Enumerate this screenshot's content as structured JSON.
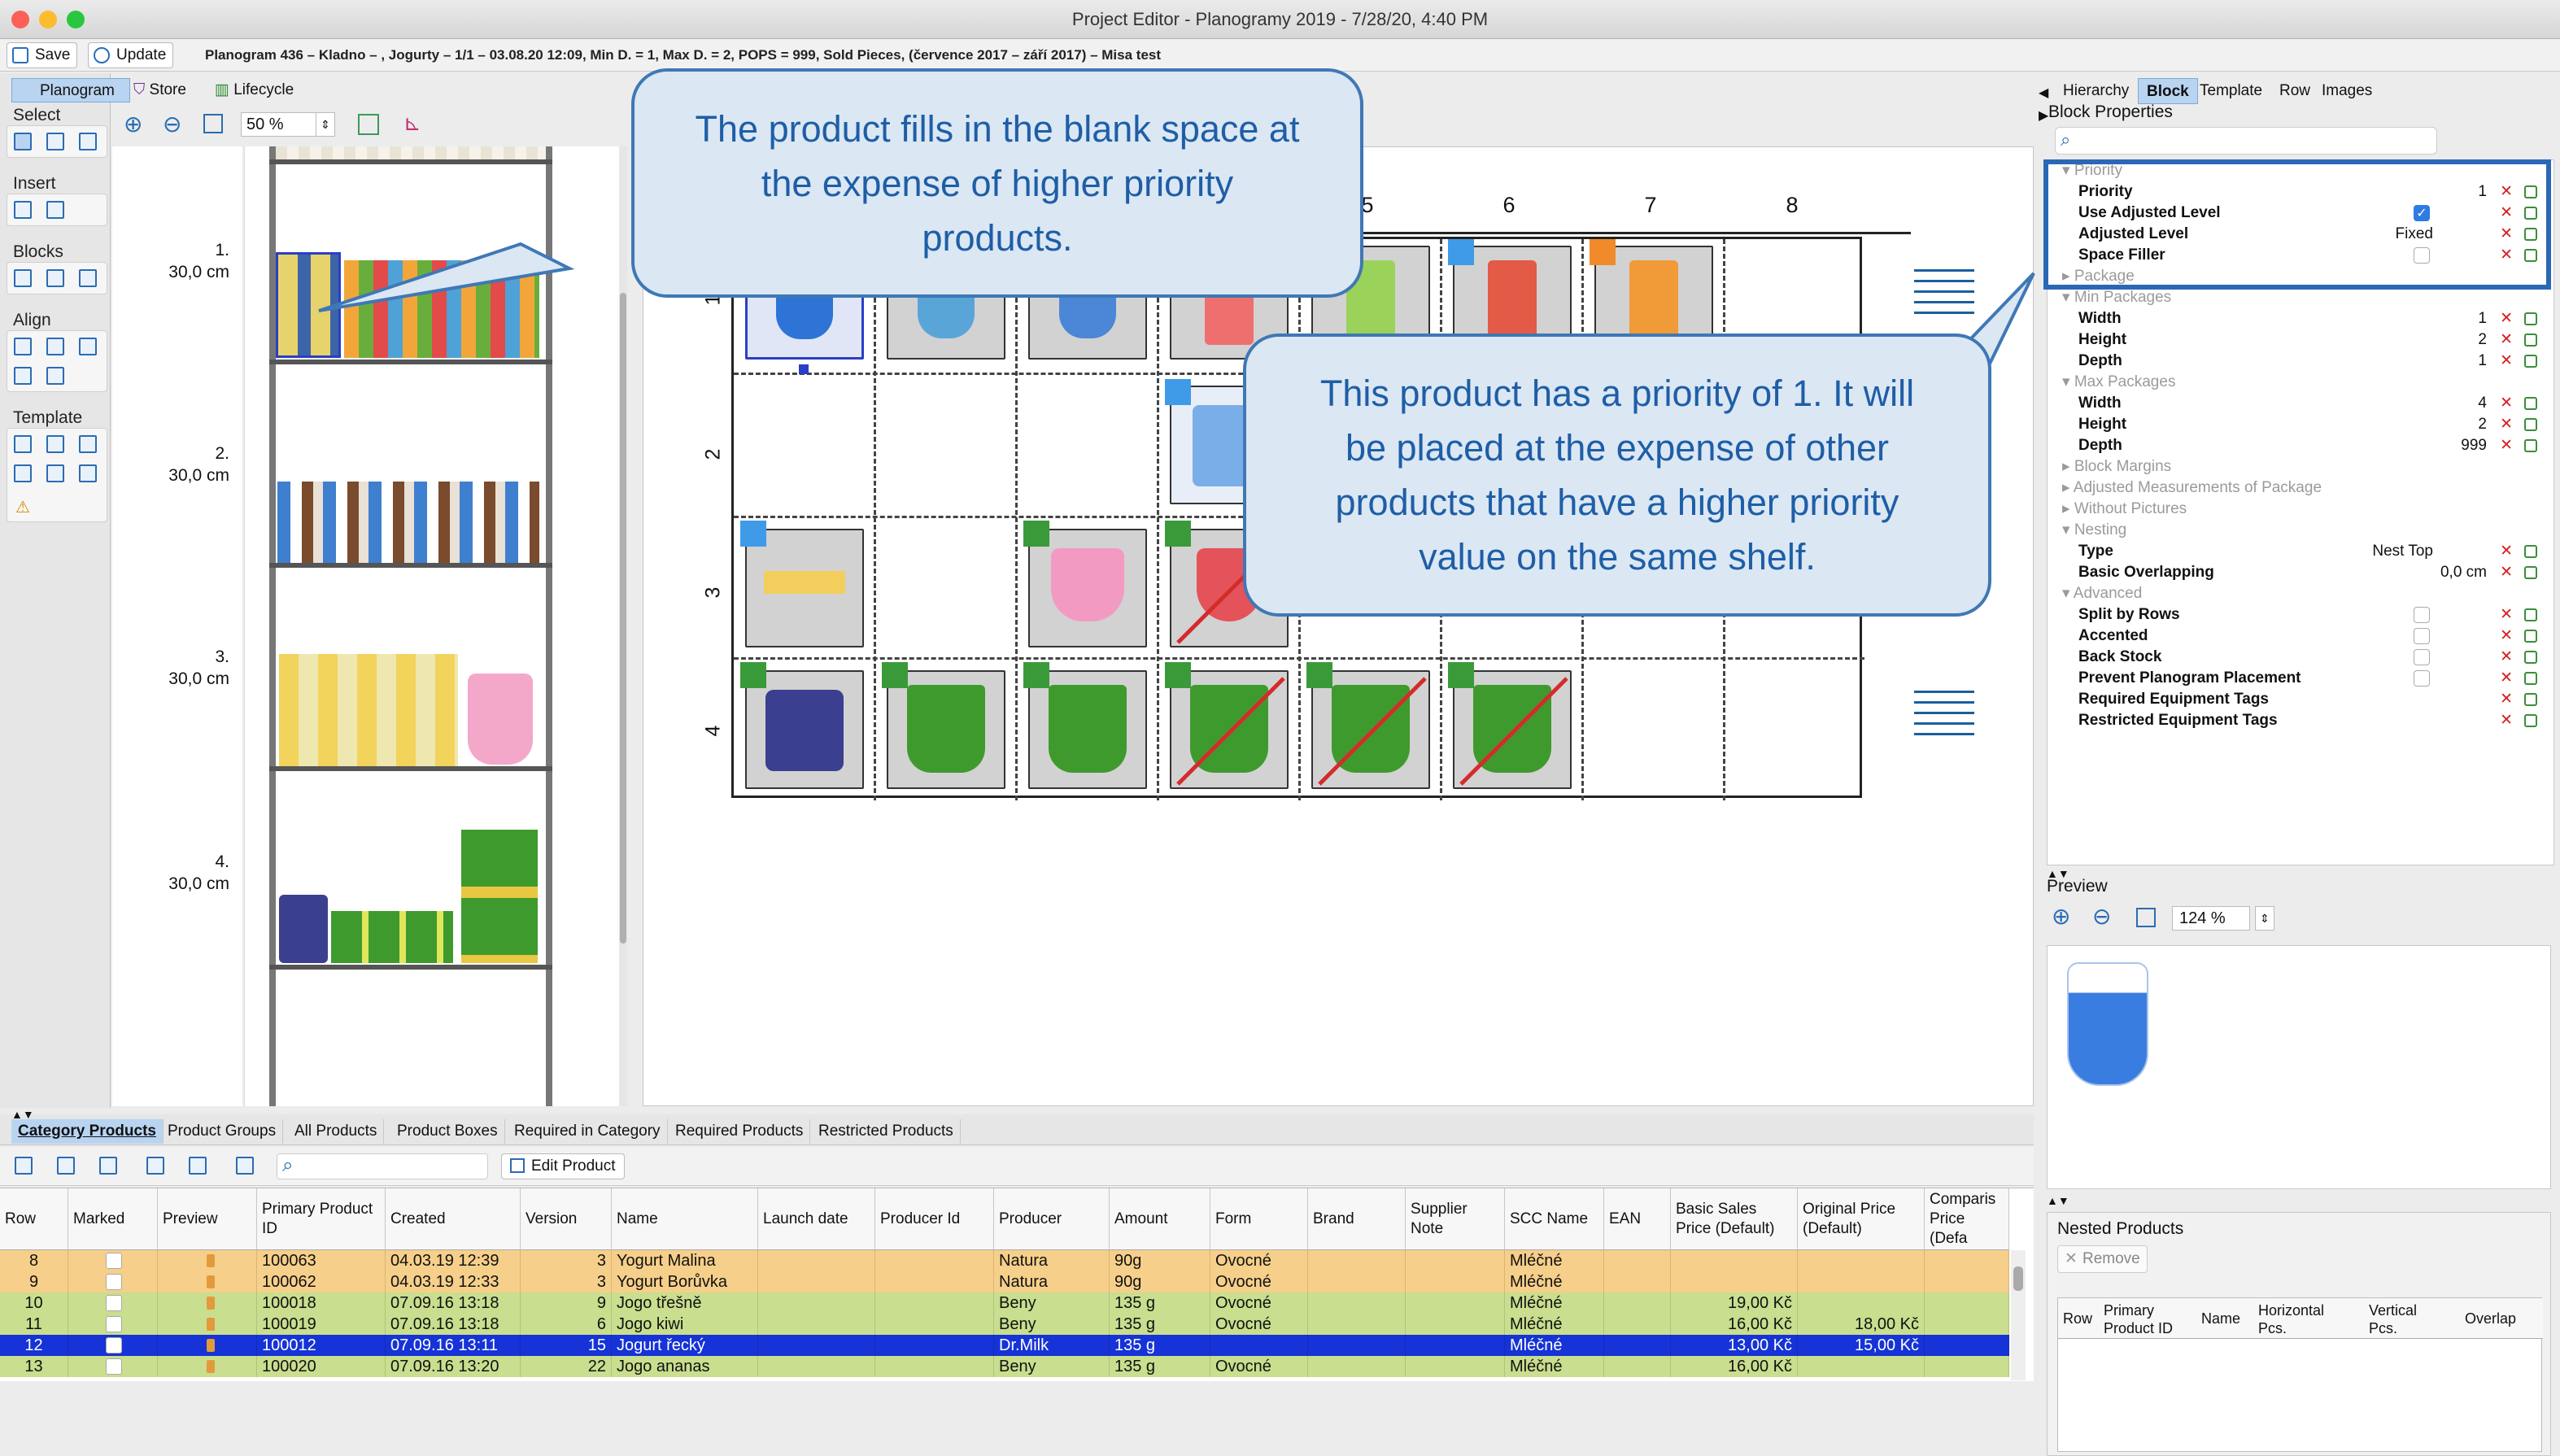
{
  "window": {
    "title": "Project Editor - Planogramy 2019 - 7/28/20, 4:40 PM"
  },
  "toolbar": {
    "save": "Save",
    "update": "Update",
    "info": "Planogram 436 – Kladno – , Jogurty – 1/1 – 03.08.20 12:09, Min D. = 1, Max D. = 2, POPS = 999, Sold Pieces, (července 2017 – září 2017) – Misa test"
  },
  "view_tabs": {
    "planogram": "Planogram",
    "store": "Store",
    "lifecycle": "Lifecycle"
  },
  "zoom": {
    "value": "50 %"
  },
  "left_sections": {
    "select": "Select",
    "insert": "Insert",
    "blocks": "Blocks",
    "align": "Align",
    "template": "Template"
  },
  "shelves": [
    {
      "num": "1.",
      "h": "30,0 cm"
    },
    {
      "num": "2.",
      "h": "30,0 cm"
    },
    {
      "num": "3.",
      "h": "30,0 cm"
    },
    {
      "num": "4.",
      "h": "30,0 cm"
    }
  ],
  "grid": {
    "columns": [
      "5",
      "6",
      "7",
      "8"
    ],
    "rows": [
      "1",
      "2",
      "3",
      "4"
    ]
  },
  "callouts": {
    "top": "The product fills in the blank space at the expense of higher priority products.",
    "right": "This product has a priority of 1. It will be placed at the expense of other products that have a higher priority value on the same shelf."
  },
  "right_tabs": {
    "hierarchy": "Hierarchy",
    "block": "Block",
    "template": "Template",
    "row": "Row",
    "images": "Images"
  },
  "block_properties": {
    "title": "Block Properties",
    "priority_group": "Priority",
    "priority": {
      "label": "Priority",
      "value": "1"
    },
    "use_adjusted": {
      "label": "Use Adjusted Level"
    },
    "adjusted_level": {
      "label": "Adjusted Level",
      "value": "Fixed"
    },
    "space_filler": {
      "label": "Space Filler"
    },
    "package_group": "Package",
    "min_packages_group": "Min Packages",
    "min_width": {
      "label": "Width",
      "value": "1"
    },
    "min_height": {
      "label": "Height",
      "value": "2"
    },
    "min_depth": {
      "label": "Depth",
      "value": "1"
    },
    "max_packages_group": "Max Packages",
    "max_width": {
      "label": "Width",
      "value": "4"
    },
    "max_height": {
      "label": "Height",
      "value": "2"
    },
    "max_depth": {
      "label": "Depth",
      "value": "999"
    },
    "block_margins_group": "Block Margins",
    "adjusted_meas_group": "Adjusted Measurements of Package",
    "without_pictures_group": "Without Pictures",
    "nesting_group": "Nesting",
    "type": {
      "label": "Type",
      "value": "Nest Top"
    },
    "basic_overlap": {
      "label": "Basic Overlapping",
      "value": "0,0 cm"
    },
    "advanced_group": "Advanced",
    "split_rows": {
      "label": "Split by Rows"
    },
    "accented": {
      "label": "Accented"
    },
    "back_stock": {
      "label": "Back Stock"
    },
    "prevent_placement": {
      "label": "Prevent Planogram Placement"
    },
    "req_tags": {
      "label": "Required Equipment Tags"
    },
    "restr_tags": {
      "label": "Restricted Equipment Tags"
    }
  },
  "preview": {
    "title": "Preview",
    "zoom": "124 %"
  },
  "nested": {
    "title": "Nested Products",
    "remove": "Remove",
    "cols": [
      "Row",
      "Primary Product ID",
      "Name",
      "Horizontal Pcs.",
      "Vertical Pcs.",
      "Overlap"
    ]
  },
  "bottom_tabs": [
    "Category Products",
    "Product Groups",
    "All Products",
    "Product Boxes",
    "Required in Category",
    "Required Products",
    "Restricted Products"
  ],
  "bottom_tool": {
    "edit": "Edit Product"
  },
  "table": {
    "headers": [
      "Row",
      "Marked",
      "Preview",
      "Primary Product ID",
      "Created",
      "Version",
      "Name",
      "Launch date",
      "Producer Id",
      "Producer",
      "Amount",
      "Form",
      "Brand",
      "Supplier Note",
      "SCC Name",
      "EAN",
      "Basic Sales Price (Default)",
      "Original Price (Default)",
      "Comparis Price (Defa"
    ],
    "rows": [
      {
        "row": "8",
        "id": "100063",
        "created": "04.03.19 12:39",
        "version": "3",
        "name": "Yogurt Malina",
        "producer": "Natura",
        "amount": "90g",
        "form": "Ovocné",
        "scc": "Mléčné",
        "price": "",
        "orig": "",
        "color": "#f6cf8a"
      },
      {
        "row": "9",
        "id": "100062",
        "created": "04.03.19 12:33",
        "version": "3",
        "name": "Yogurt Borůvka",
        "producer": "Natura",
        "amount": "90g",
        "form": "Ovocné",
        "scc": "Mléčné",
        "price": "",
        "orig": "",
        "color": "#f6cf8a"
      },
      {
        "row": "10",
        "id": "100018",
        "created": "07.09.16 13:18",
        "version": "9",
        "name": "Jogo třešně",
        "producer": "Beny",
        "amount": "135 g",
        "form": "Ovocné",
        "scc": "Mléčné",
        "price": "19,00 Kč",
        "orig": "",
        "color": "#c9de8e"
      },
      {
        "row": "11",
        "id": "100019",
        "created": "07.09.16 13:18",
        "version": "6",
        "name": "Jogo kiwi",
        "producer": "Beny",
        "amount": "135 g",
        "form": "Ovocné",
        "scc": "Mléčné",
        "price": "16,00 Kč",
        "orig": "18,00 Kč",
        "color": "#c9de8e"
      },
      {
        "row": "12",
        "id": "100012",
        "created": "07.09.16 13:11",
        "version": "15",
        "name": "Jogurt řecký",
        "producer": "Dr.Milk",
        "amount": "135 g",
        "form": "",
        "scc": "Mléčné",
        "price": "13,00 Kč",
        "orig": "15,00 Kč",
        "color": "#1533d6"
      },
      {
        "row": "13",
        "id": "100020",
        "created": "07.09.16 13:20",
        "version": "22",
        "name": "Jogo ananas",
        "producer": "Beny",
        "amount": "135 g",
        "form": "Ovocné",
        "scc": "Mléčné",
        "price": "16,00 Kč",
        "orig": "",
        "color": "#c9de8e"
      }
    ]
  }
}
